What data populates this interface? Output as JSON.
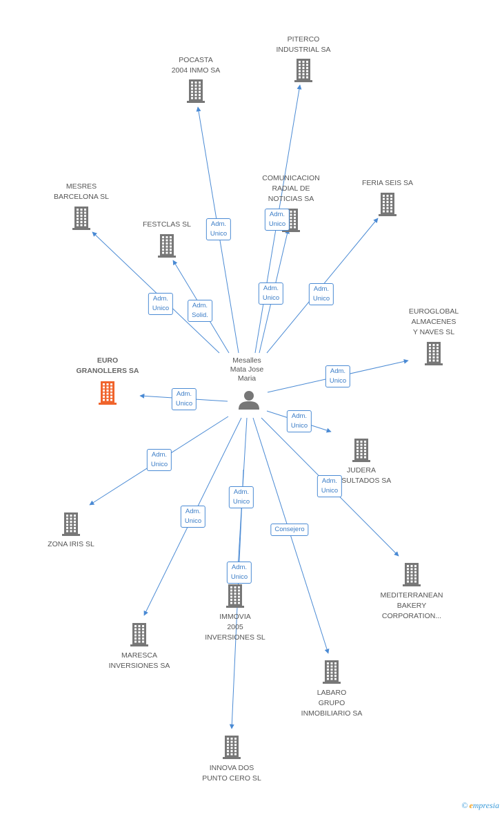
{
  "center": {
    "name": "Mesalles\nMata Jose\nMaria"
  },
  "colors": {
    "accent": "#3a7cc6",
    "edge": "#4a8ad4",
    "building": "#777777",
    "focus": "#f0642c"
  },
  "nodes": [
    {
      "id": "euro",
      "label": "EURO\nGRANOLLERS SA",
      "focus": true
    },
    {
      "id": "pocasta",
      "label": "POCASTA\n2004 INMO SA"
    },
    {
      "id": "piterco",
      "label": "PITERCO\nINDUSTRIAL SA"
    },
    {
      "id": "mesres",
      "label": "MESRES\nBARCELONA SL"
    },
    {
      "id": "festclas",
      "label": "FESTCLAS SL"
    },
    {
      "id": "comunicacion",
      "label": "COMUNICACION\nRADIAL DE\nNOTICIAS SA"
    },
    {
      "id": "feria",
      "label": "FERIA SEIS SA"
    },
    {
      "id": "euroglobal",
      "label": "EUROGLOBAL\nALMACENES\nY NAVES SL"
    },
    {
      "id": "judera",
      "label": "JUDERA\nRESULTADOS SA"
    },
    {
      "id": "zona",
      "label": "ZONA IRIS SL"
    },
    {
      "id": "mediterranean",
      "label": "MEDITERRANEAN\nBAKERY\nCORPORATION..."
    },
    {
      "id": "immovia",
      "label": "IMMOVIA\n2005\nINVERSIONES SL"
    },
    {
      "id": "maresca",
      "label": "MARESCA\nINVERSIONES SA"
    },
    {
      "id": "labaro",
      "label": "LABARO\nGRUPO\nINMOBILIARIO SA"
    },
    {
      "id": "innova",
      "label": "INNOVA DOS\nPUNTO CERO SL"
    }
  ],
  "edges": [
    {
      "to": "euro",
      "label": "Adm.\nUnico"
    },
    {
      "to": "pocasta",
      "label": "Adm.\nUnico"
    },
    {
      "to": "piterco",
      "label": "Adm.\nUnico"
    },
    {
      "to": "mesres",
      "label": "Adm.\nUnico"
    },
    {
      "to": "festclas",
      "label": "Adm.\nSolid."
    },
    {
      "to": "comunicacion",
      "label": "Adm.\nUnico"
    },
    {
      "to": "feria",
      "label": "Adm.\nUnico"
    },
    {
      "to": "euroglobal",
      "label": "Adm.\nUnico"
    },
    {
      "to": "judera",
      "label": "Adm.\nUnico"
    },
    {
      "to": "zona",
      "label": "Adm.\nUnico"
    },
    {
      "to": "mediterranean",
      "label": "Adm.\nUnico"
    },
    {
      "to": "immovia",
      "label": "Adm.\nUnico"
    },
    {
      "to": "maresca",
      "label": "Adm.\nUnico"
    },
    {
      "to": "labaro",
      "label": "Consejero"
    },
    {
      "to": "innova",
      "label": "Adm.\nUnico"
    }
  ],
  "watermark": {
    "copyright": "©",
    "brand_initial": "e",
    "brand_rest": "mpresia"
  }
}
